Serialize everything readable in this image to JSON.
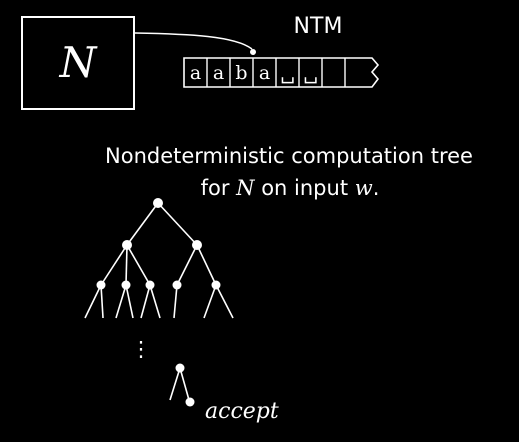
{
  "machine": {
    "label": "N"
  },
  "tape": {
    "title": "NTM",
    "cells": [
      "a",
      "a",
      "b",
      "a",
      "␣",
      "␣"
    ],
    "head_cell_index": 2
  },
  "caption": {
    "line1": "Nondeterministic computation tree",
    "line2_prefix": "for ",
    "line2_machine": "N",
    "line2_middle": " on input ",
    "line2_input": "w",
    "line2_suffix": "."
  },
  "tree": {
    "continuation": "⋮",
    "accept_label": "accept"
  },
  "colors": {
    "background": "#000000",
    "foreground": "#ffffff"
  }
}
